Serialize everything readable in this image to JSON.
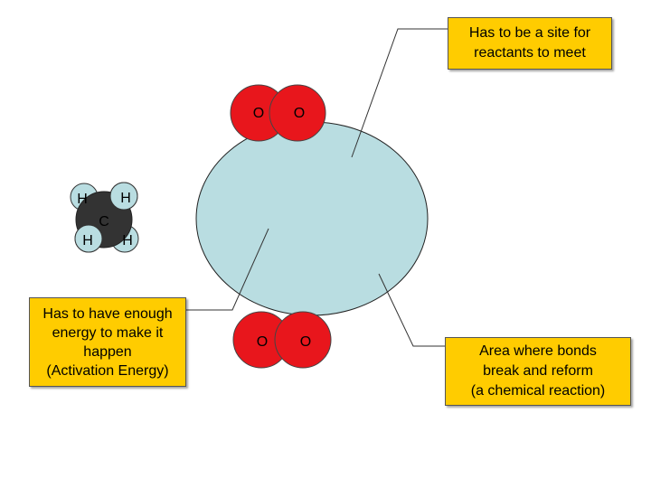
{
  "atoms": {
    "oxygen_label": "O",
    "hydrogen_label": "H",
    "carbon_label": "C"
  },
  "callouts": {
    "site": "Has to be a site for\nreactants to meet",
    "energy": "Has to have enough\nenergy to make it\nhappen\n(Activation Energy)",
    "bonds": "Area where bonds\nbreak and reform\n(a chemical reaction)"
  },
  "colors": {
    "enzyme_fill": "#b9dde1",
    "oxygen_fill": "#e8161c",
    "hydrogen_fill": "#b9dde1",
    "carbon_fill": "#333333",
    "callout_fill": "#ffcc00"
  }
}
